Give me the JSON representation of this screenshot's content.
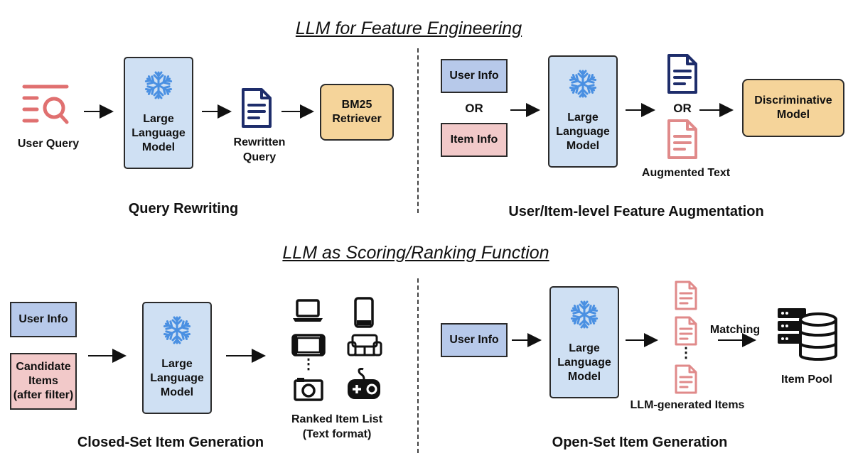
{
  "top": {
    "title": "LLM for Feature Engineering",
    "query_rewriting": {
      "user_query": "User Query",
      "llm": "Large Language Model",
      "rewritten_query": "Rewritten Query",
      "bm25": "BM25 Retriever",
      "caption": "Query Rewriting"
    },
    "feature_augmentation": {
      "user_info": "User Info",
      "or1": "OR",
      "item_info": "Item Info",
      "llm": "Large Language Model",
      "or2": "OR",
      "augmented_text": "Augmented Text",
      "model": "Discriminative Model",
      "caption": "User/Item-level Feature Augmentation"
    }
  },
  "bottom": {
    "title": "LLM as Scoring/Ranking Function",
    "closed_set": {
      "user_info": "User Info",
      "candidate_items": "Candidate Items (after filter)",
      "llm": "Large Language Model",
      "ranked_list": "Ranked Item List (Text format)",
      "dots": "⋮",
      "caption": "Closed-Set Item Generation"
    },
    "open_set": {
      "user_info": "User Info",
      "llm": "Large Language Model",
      "matching": "Matching",
      "generated_items": "LLM-generated Items",
      "dots": "⋮",
      "item_pool": "Item Pool",
      "caption": "Open-Set Item Generation"
    }
  },
  "colors": {
    "llm_fill": "#cfe0f3",
    "user_info_fill": "#b7c9ea",
    "item_info_fill": "#f2c9c9",
    "retriever_fill": "#f5d49a",
    "doc_blue": "#1e2d6b",
    "doc_pink": "#e08a8a",
    "snowflake": "#4a90e2",
    "query_icon": "#e07070"
  },
  "icons": [
    "search-list-icon",
    "snowflake-icon",
    "document-icon",
    "laptop-icon",
    "phone-icon",
    "tablet-icon",
    "sofa-icon",
    "camera-icon",
    "gamepad-icon",
    "database-icon",
    "server-icon"
  ]
}
